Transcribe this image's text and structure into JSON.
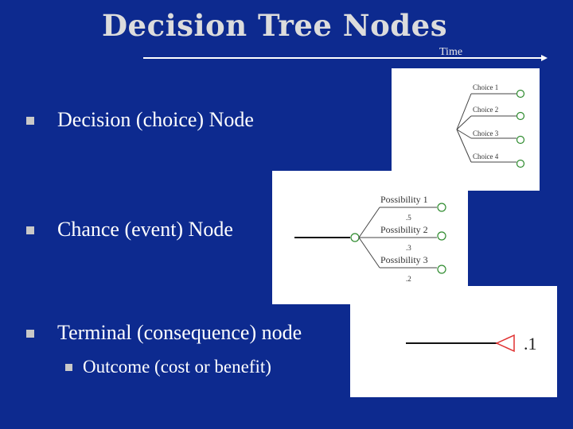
{
  "slide": {
    "title": "Decision Tree Nodes",
    "time_label": "Time",
    "bullets": [
      {
        "text": "Decision (choice) Node"
      },
      {
        "text": "Chance (event) Node"
      },
      {
        "text": "Terminal (consequence) node"
      }
    ],
    "sub_bullets": [
      {
        "text": "Outcome (cost or benefit)"
      }
    ]
  },
  "decision_diagram": {
    "choices": [
      "Choice 1",
      "Choice 2",
      "Choice 3",
      "Choice 4"
    ]
  },
  "chance_diagram": {
    "possibilities": [
      {
        "label": "Possibility 1",
        "probability": ".5"
      },
      {
        "label": "Possibility 2",
        "probability": ".3"
      },
      {
        "label": "Possibility 3",
        "probability": ".2"
      }
    ]
  },
  "terminal_diagram": {
    "value": ".1"
  },
  "colors": {
    "background": "#0d2a8f",
    "node_green": "#2e8b2e",
    "terminal_red": "#e03030"
  }
}
